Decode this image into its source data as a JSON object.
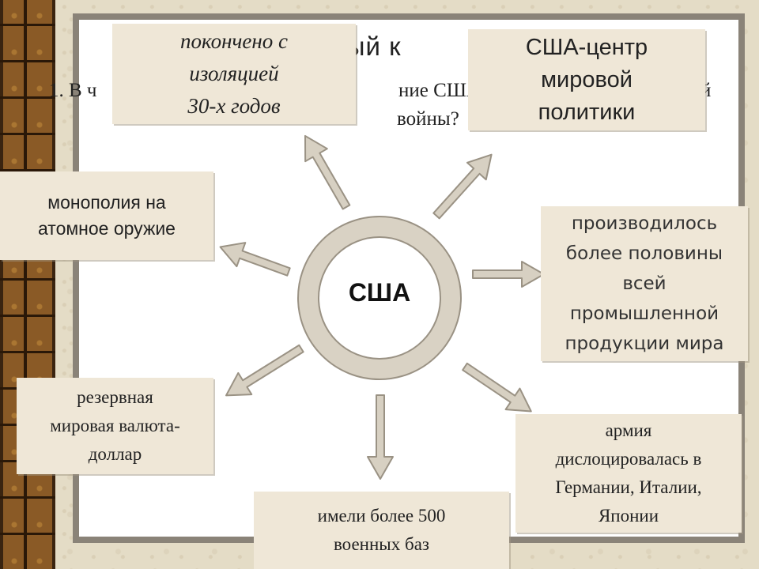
{
  "title_partial": "енный к",
  "question": {
    "number": "1. В ч",
    "middle": "ние США п",
    "end": "й",
    "line2": "войны?"
  },
  "hub": {
    "label": "США"
  },
  "boxes": {
    "isolation": [
      "покончено с",
      "изоляцией",
      "30-х годов"
    ],
    "center": [
      "США-центр",
      "мировой",
      "политики"
    ],
    "monopoly": [
      "монополия на",
      "атомное оружие"
    ],
    "production": [
      "производилось",
      "более половины",
      "всей",
      "промышленной",
      "продукции мира"
    ],
    "reserve": [
      "резервная",
      "мировая валюта-",
      "доллар"
    ],
    "army": [
      "армия",
      "дислоцировалась в",
      "Германии, Италии,",
      "Японии"
    ],
    "bases": [
      "имели более 500",
      "военных баз"
    ]
  },
  "colors": {
    "box_fill": "#efe7d7",
    "arrow_fill": "#d7d0c2",
    "arrow_stroke": "#9a9284",
    "ring": "#d9d2c4",
    "frame": "#8a8378"
  }
}
